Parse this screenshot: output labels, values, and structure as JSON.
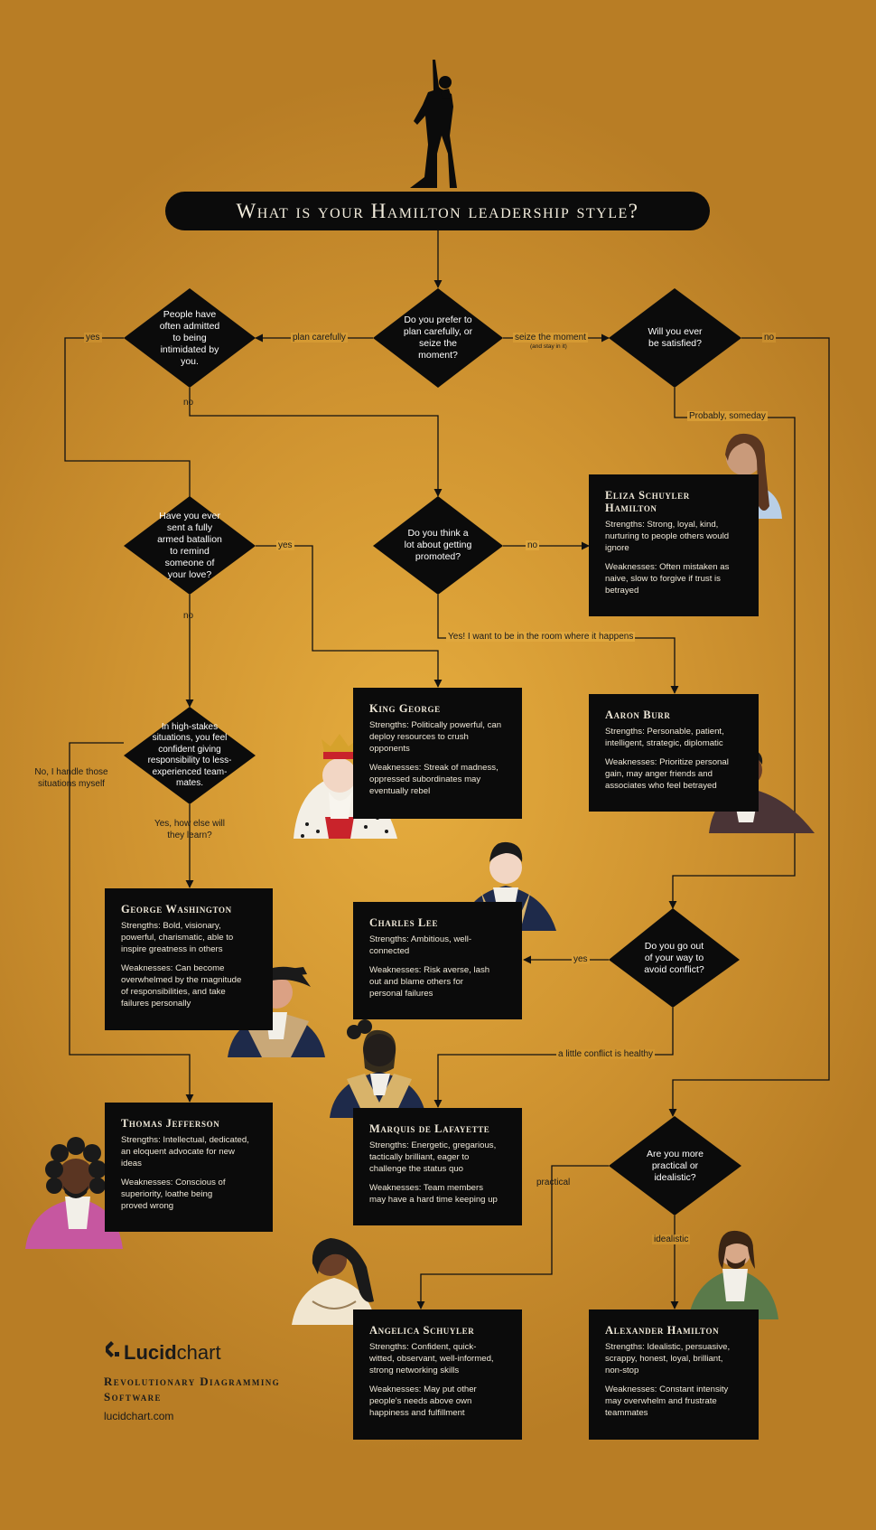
{
  "title": "What is your Hamilton leadership style?",
  "questions": {
    "q_plan": "Do you prefer to plan carefully, or seize the moment?",
    "q_intimidated": "People have often admitted to being intimidated by you.",
    "q_satisfied": "Will you ever be satisfied?",
    "q_battalion": "Have you ever sent a fully armed batallion to remind someone of your love?",
    "q_promoted": "Do you think a lot about getting promoted?",
    "q_highstakes": "In high-stakes situations, you feel confident giving responsibility to less-experienced team-mates.",
    "q_conflict": "Do you go out of your way to avoid conflict?",
    "q_practical": "Are you more practical or idealistic?"
  },
  "labels": {
    "plan_carefully": "plan carefully",
    "seize_the_moment": "seize the moment",
    "seize_note": "(and stay in it)",
    "intim_yes": "yes",
    "intim_no": "no",
    "satisfied_no": "no",
    "probably_someday": "Probably, someday",
    "battalion_yes": "yes",
    "battalion_no": "no",
    "promoted_no": "no",
    "promoted_yes": "Yes! I want to be in the room where it happens",
    "handle_myself": "No, I handle those situations myself",
    "yes_learn": "Yes, how else will they learn?",
    "conflict_yes": "yes",
    "little_conflict": "a little conflict is healthy",
    "practical": "practical",
    "idealistic": "idealistic"
  },
  "characters": {
    "eliza": {
      "name": "Eliza Schuyler Hamilton",
      "strengths": "Strengths: Strong, loyal, kind, nurturing to people others would ignore",
      "weaknesses": "Weaknesses: Often mistaken as naive, slow to forgive if trust is betrayed"
    },
    "king": {
      "name": "King George",
      "strengths": "Strengths: Politically powerful, can deploy resources to crush opponents",
      "weaknesses": "Weaknesses: Streak of madness, oppressed subordinates may eventually rebel"
    },
    "burr": {
      "name": "Aaron Burr",
      "strengths": "Strengths: Personable, patient, intelligent, strategic, diplomatic",
      "weaknesses": "Weaknesses: Prioritize personal gain, may anger friends and associates who feel betrayed"
    },
    "washington": {
      "name": "George Washington",
      "strengths": "Strengths: Bold, visionary, powerful, charismatic, able to inspire greatness in others",
      "weaknesses": "Weaknesses: Can become overwhelmed by the magnitude of responsibilities, and take failures personally"
    },
    "lee": {
      "name": "Charles Lee",
      "strengths": "Strengths: Ambitious, well-connected",
      "weaknesses": "Weaknesses: Risk averse, lash out and blame others for personal failures"
    },
    "jefferson": {
      "name": "Thomas Jefferson",
      "strengths": "Strengths: Intellectual, dedicated, an eloquent advocate for new ideas",
      "weaknesses": "Weaknesses: Conscious of superiority, loathe being proved wrong"
    },
    "lafayette": {
      "name": "Marquis de Lafayette",
      "strengths": "Strengths: Energetic, gregarious, tactically brilliant, eager to challenge the status quo",
      "weaknesses": "Weaknesses: Team members may have a hard time keeping up"
    },
    "angelica": {
      "name": "Angelica Schuyler",
      "strengths": "Strengths: Confident, quick-witted, observant, well-informed, strong networking skills",
      "weaknesses": "Weaknesses: May put other people's needs above own happiness and fulfillment"
    },
    "hamilton": {
      "name": "Alexander Hamilton",
      "strengths": "Strengths: Idealistic, persuasive, scrappy, honest, loyal, brilliant, non-stop",
      "weaknesses": "Weaknesses: Constant intensity may overwhelm and frustrate teammates"
    }
  },
  "logo": {
    "brand_bold": "Lucid",
    "brand_light": "chart",
    "tagline": "Revolutionary Diagramming Software",
    "url": "lucidchart.com"
  },
  "colors": {
    "background": "#cf9330",
    "ink": "#0b0b0b",
    "card_text": "#efe8d8"
  }
}
